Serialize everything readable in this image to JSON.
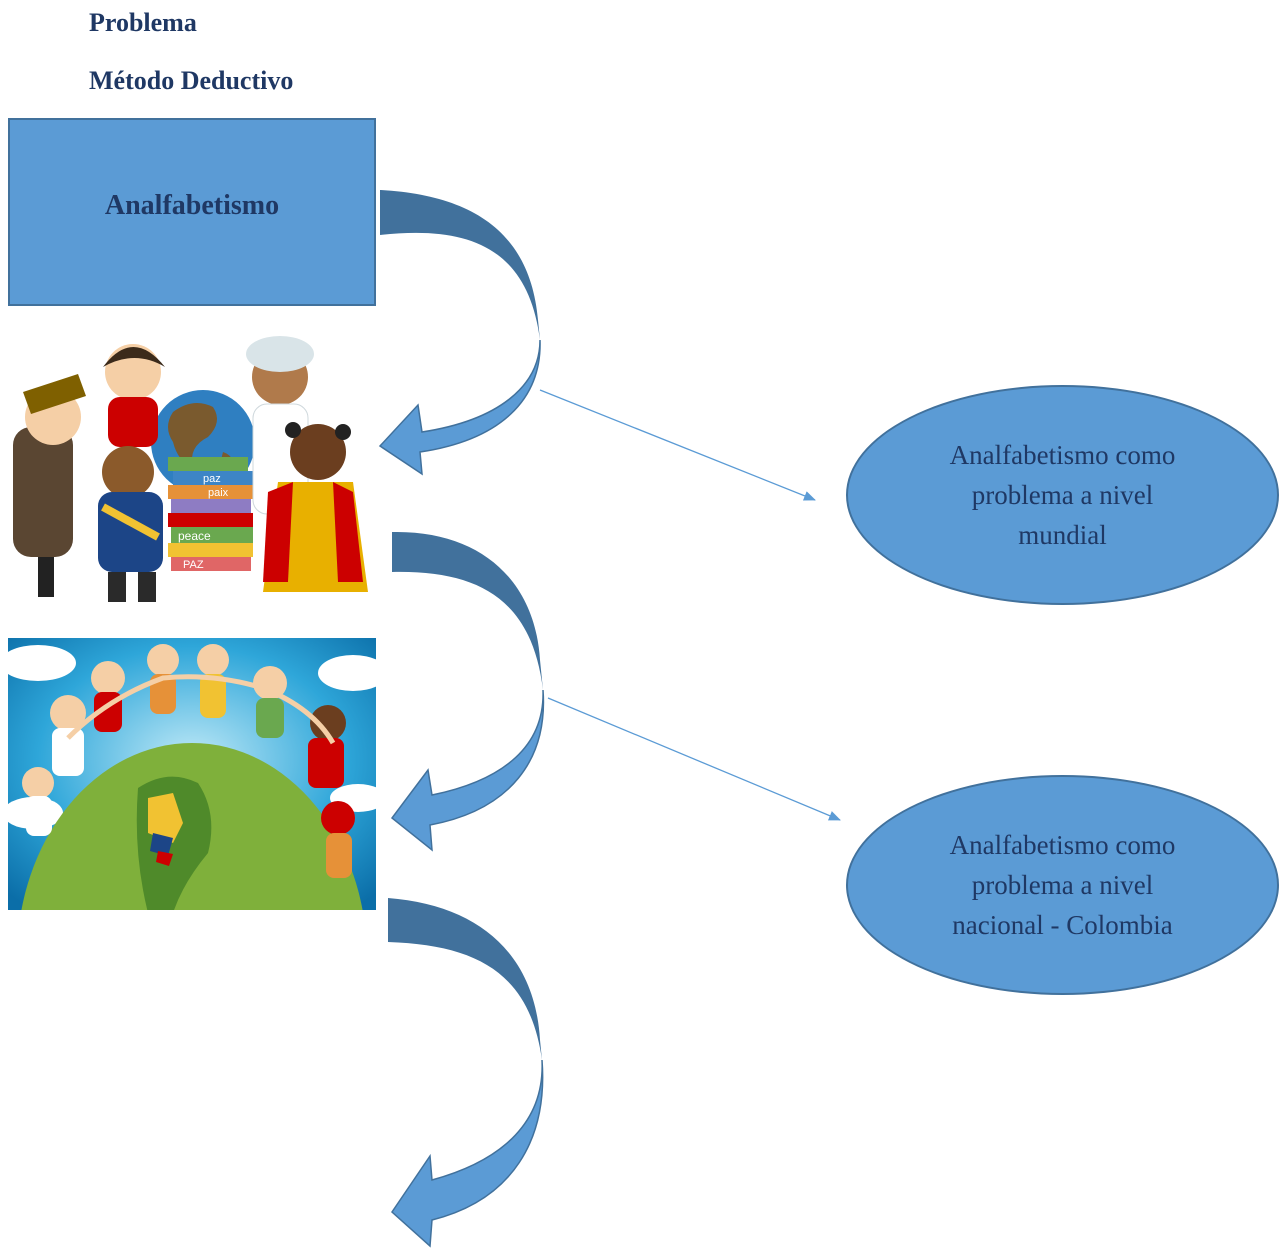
{
  "headings": {
    "problema": "Problema",
    "metodo": "Método Deductivo"
  },
  "top_box": {
    "label": "Analfabetismo"
  },
  "ellipses": [
    {
      "text": "Analfabetismo como problema a nivel mundial"
    },
    {
      "text": "Analfabetismo como problema a nivel nacional - Colombia"
    }
  ],
  "illustration_1": {
    "book_labels": [
      "paz",
      "paix",
      "peace",
      "PAZ"
    ]
  },
  "colors": {
    "shape_fill": "#5b9bd5",
    "shape_border": "#41719c",
    "arrow_dark": "#41719c",
    "text_dark": "#1f3864"
  }
}
